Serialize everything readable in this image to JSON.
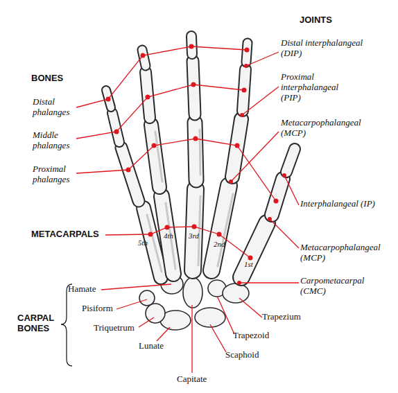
{
  "diagram": {
    "labels": [
      "JOINTS",
      "BONES",
      "Distal interphalangeal (DIP)",
      "Proximal interphalangeal (PIP)",
      "Distal phalanges",
      "Metacarpophalangeal (MCP)",
      "Middle phalanges",
      "Proximal phalanges",
      "Interphalangeal (IP)",
      "METACARPALS",
      "5th",
      "4th",
      "3rd",
      "2nd",
      "1st",
      "Metacarpophalangeal (MCP)",
      "Carpometacarpal (CMC)",
      "Hamate",
      "Pisiform",
      "Triquetrum",
      "Trapezium",
      "Trapezoid",
      "Lunate",
      "Scaphoid",
      "CARPAL BONES",
      "Capitate"
    ]
  }
}
